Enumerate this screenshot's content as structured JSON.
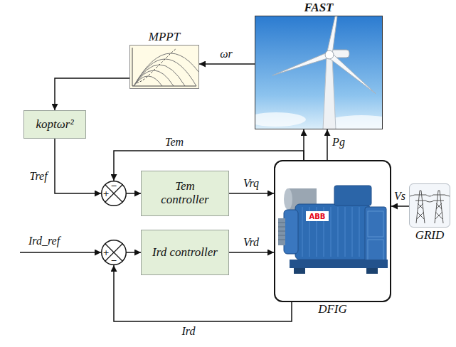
{
  "diagram": {
    "nodes": [
      {
        "text": [
          "MPPT"
        ]
      },
      {
        "text": [
          "FAST"
        ]
      },
      {
        "text": [
          "koptωr²"
        ]
      },
      {
        "text": [
          "+",
          "−"
        ]
      },
      {
        "text": [
          "Tem controller"
        ]
      },
      {
        "text": [
          "DFIG"
        ]
      },
      {
        "text": [
          "GRID"
        ]
      },
      {
        "text": [
          "+",
          "−"
        ]
      },
      {
        "text": [
          "Ird controller"
        ]
      }
    ],
    "edges": [
      {
        "from": 1,
        "to": 0,
        "arrow": "to",
        "label": "ωr"
      },
      {
        "from": 0,
        "to": 2,
        "arrow": "to"
      },
      {
        "from": 2,
        "to": 3,
        "arrow": "to",
        "label": "Tref"
      },
      {
        "from": 3,
        "to": 4,
        "arrow": "to"
      },
      {
        "from": 4,
        "to": 5,
        "arrow": "to",
        "label": "Vrq"
      },
      {
        "from": 5,
        "to": 1,
        "arrow": "to"
      },
      {
        "from": 5,
        "to": 3,
        "arrow": "to",
        "label": "Tem"
      },
      {
        "from": 5,
        "to": 1,
        "arrow": "to",
        "label": "Pg"
      },
      {
        "from": 7,
        "to": 8,
        "arrow": "to"
      },
      {
        "from": 8,
        "to": 5,
        "arrow": "to",
        "label": "Vrd"
      },
      {
        "from": 6,
        "to": 5,
        "arrow": "to",
        "label": "Vs"
      },
      {
        "from": 5,
        "to": 7,
        "arrow": "to",
        "label": "Ird"
      }
    ],
    "labels": [
      "Ird_ref",
      "ABB"
    ]
  }
}
